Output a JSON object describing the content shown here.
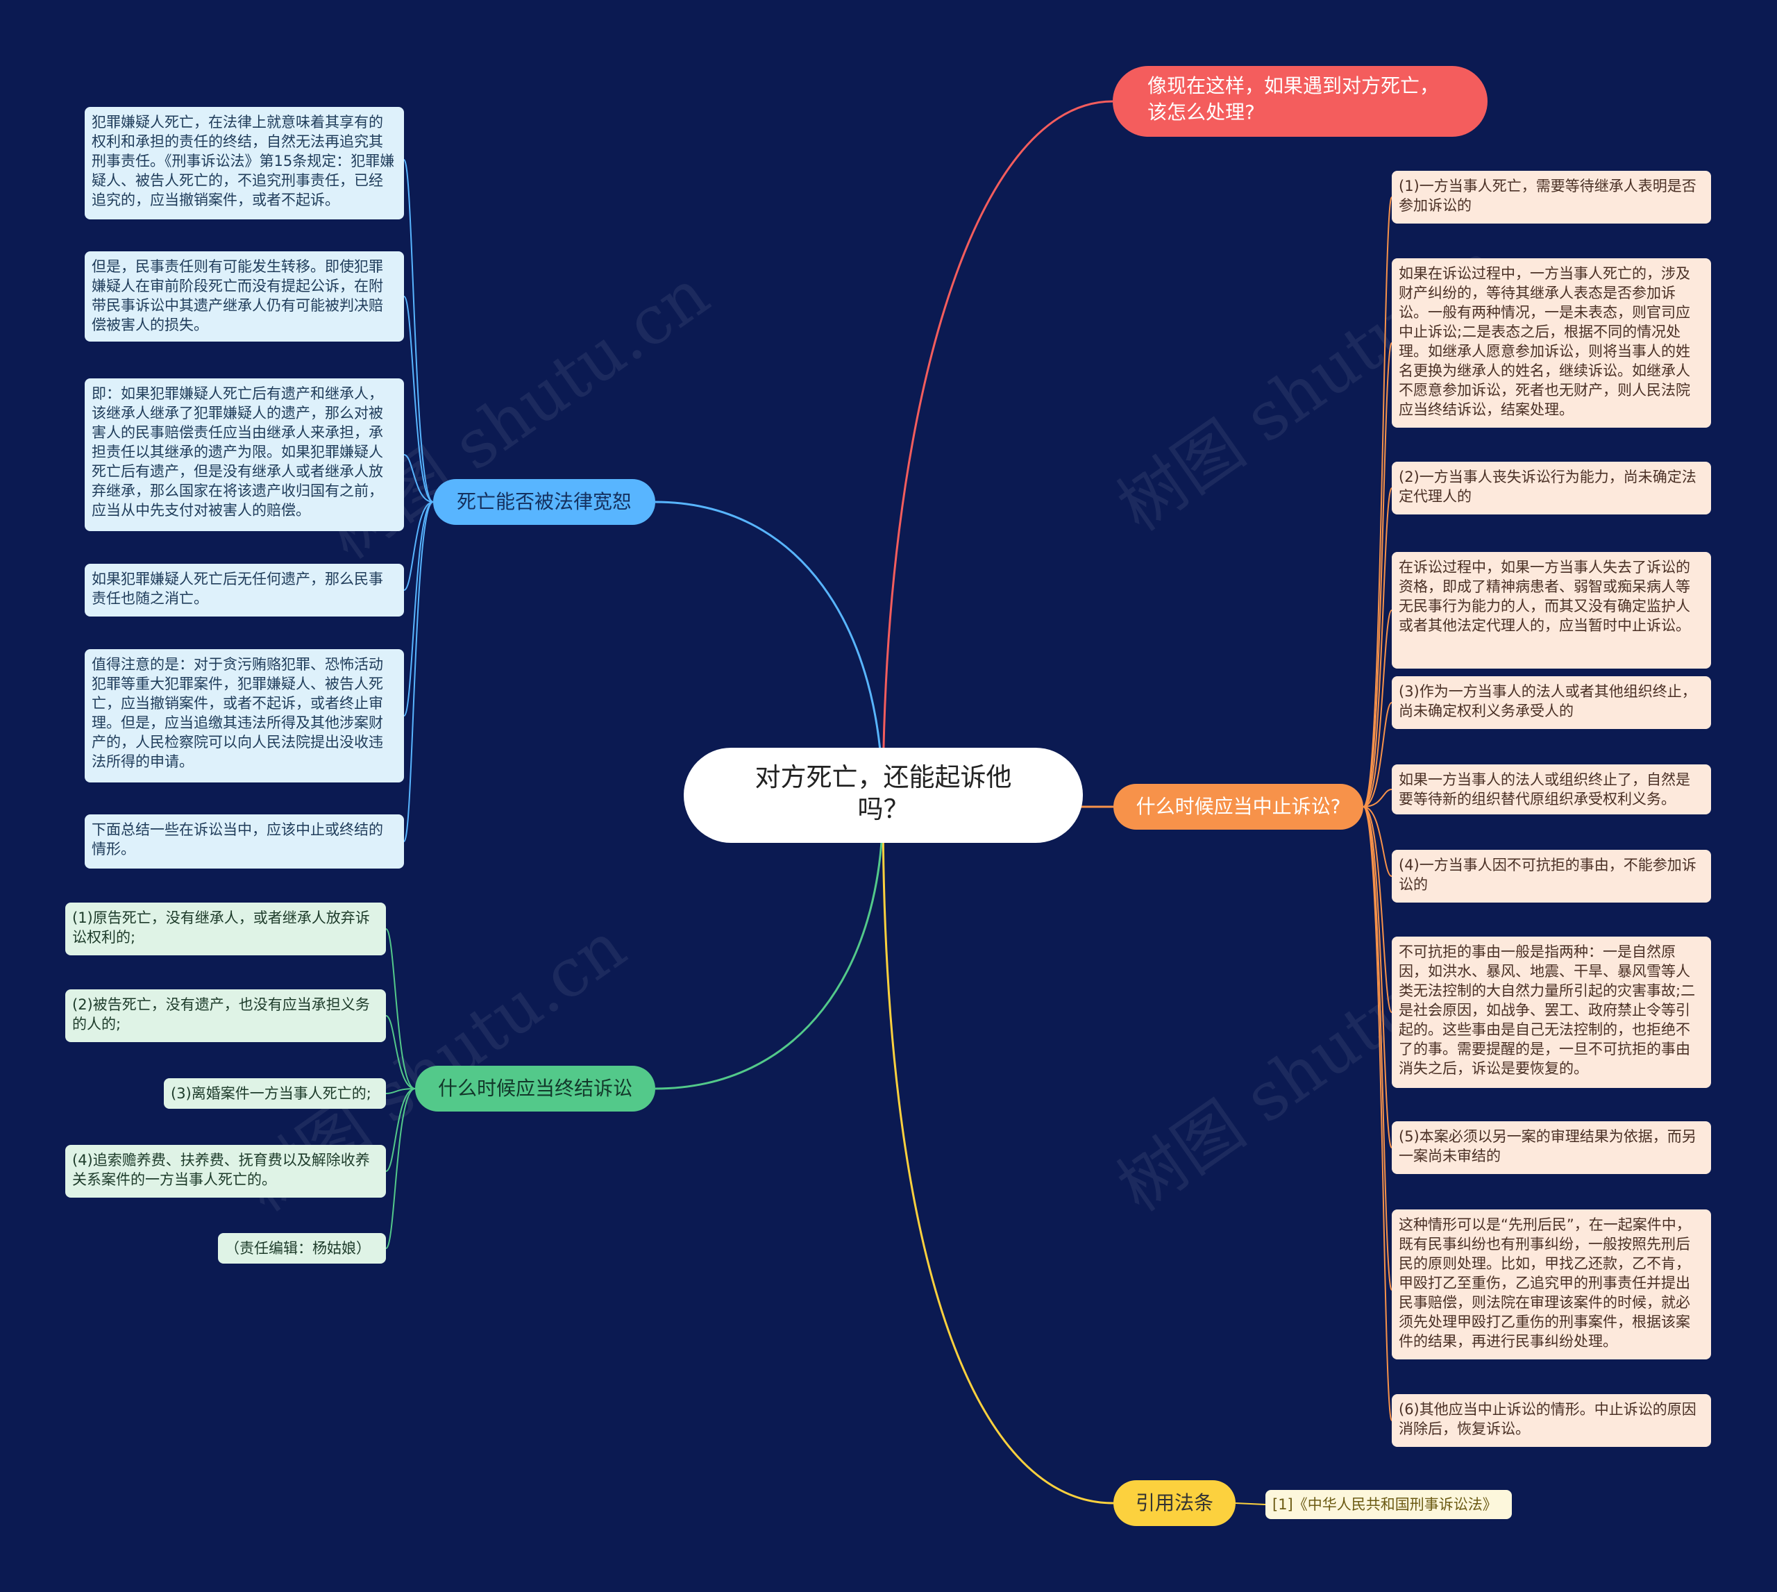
{
  "center": {
    "title": "对方死亡，还能起诉他吗？"
  },
  "branches": {
    "top": {
      "label": "像现在这样，如果遇到对方死亡，该怎么处理?",
      "color": "#f45d5d"
    },
    "middle": {
      "label": "什么时候应当中止诉讼?",
      "color": "#f7924a",
      "leaves": [
        "(1)一方当事人死亡，需要等待继承人表明是否参加诉讼的",
        "如果在诉讼过程中，一方当事人死亡的，涉及财产纠纷的，等待其继承人表态是否参加诉讼。一般有两种情况，一是未表态，则官司应中止诉讼;二是表态之后，根据不同的情况处理。如继承人愿意参加诉讼，则将当事人的姓名更换为继承人的姓名，继续诉讼。如继承人不愿意参加诉讼，死者也无财产，则人民法院应当终结诉讼，结案处理。",
        "(2)一方当事人丧失诉讼行为能力，尚未确定法定代理人的",
        "在诉讼过程中，如果一方当事人失去了诉讼的资格，即成了精神病患者、弱智或痴呆病人等无民事行为能力的人，而其又没有确定监护人或者其他法定代理人的，应当暂时中止诉讼。",
        "(3)作为一方当事人的法人或者其他组织终止，尚未确定权利义务承受人的",
        "如果一方当事人的法人或组织终止了，自然是要等待新的组织替代原组织承受权利义务。",
        "(4)一方当事人因不可抗拒的事由，不能参加诉讼的",
        "不可抗拒的事由一般是指两种：一是自然原因，如洪水、暴风、地震、干旱、暴风雪等人类无法控制的大自然力量所引起的灾害事故;二是社会原因，如战争、罢工、政府禁止令等引起的。这些事由是自己无法控制的，也拒绝不了的事。需要提醒的是，一旦不可抗拒的事由消失之后，诉讼是要恢复的。",
        "(5)本案必须以另一案的审理结果为依据，而另一案尚未审结的",
        "这种情形可以是“先刑后民”，在一起案件中，既有民事纠纷也有刑事纠纷，一般按照先刑后民的原则处理。比如，甲找乙还款，乙不肯，甲殴打乙至重伤，乙追究甲的刑事责任并提出民事赔偿，则法院在审理该案件的时候，就必须先处理甲殴打乙重伤的刑事案件，根据该案件的结果，再进行民事纠纷处理。",
        "(6)其他应当中止诉讼的情形。中止诉讼的原因消除后，恢复诉讼。"
      ]
    },
    "bottom": {
      "label": "引用法条",
      "color": "#fcd13e",
      "leaves": [
        "[1]《中华人民共和国刑事诉讼法》"
      ]
    },
    "left1": {
      "label": "死亡能否被法律宽恕",
      "color": "#58b5ff",
      "leaves": [
        "犯罪嫌疑人死亡，在法律上就意味着其享有的权利和承担的责任的终结，自然无法再追究其刑事责任。《刑事诉讼法》第15条规定：犯罪嫌疑人、被告人死亡的，不追究刑事责任，已经追究的，应当撤销案件，或者不起诉。",
        "但是，民事责任则有可能发生转移。即使犯罪嫌疑人在审前阶段死亡而没有提起公诉，在附带民事诉讼中其遗产继承人仍有可能被判决赔偿被害人的损失。",
        "即：如果犯罪嫌疑人死亡后有遗产和继承人，该继承人继承了犯罪嫌疑人的遗产，那么对被害人的民事赔偿责任应当由继承人来承担，承担责任以其继承的遗产为限。如果犯罪嫌疑人死亡后有遗产，但是没有继承人或者继承人放弃继承，那么国家在将该遗产收归国有之前，应当从中先支付对被害人的赔偿。",
        "如果犯罪嫌疑人死亡后无任何遗产，那么民事责任也随之消亡。",
        "值得注意的是：对于贪污贿赂犯罪、恐怖活动犯罪等重大犯罪案件，犯罪嫌疑人、被告人死亡，应当撤销案件，或者不起诉，或者终止审理。但是，应当追缴其违法所得及其他涉案财产的，人民检察院可以向人民法院提出没收违法所得的申请。",
        "下面总结一些在诉讼当中，应该中止或终结的情形。"
      ]
    },
    "left2": {
      "label": "什么时候应当终结诉讼",
      "color": "#53c98a",
      "leaves": [
        "(1)原告死亡，没有继承人，或者继承人放弃诉讼权利的;",
        "(2)被告死亡，没有遗产，也没有应当承担义务的人的;",
        "(3)离婚案件一方当事人死亡的;",
        "(4)追索赡养费、扶养费、抚育费以及解除收养关系案件的一方当事人死亡的。",
        "（责任编辑：杨姑娘）"
      ]
    }
  },
  "colors": {
    "background": "#0b1a52"
  }
}
